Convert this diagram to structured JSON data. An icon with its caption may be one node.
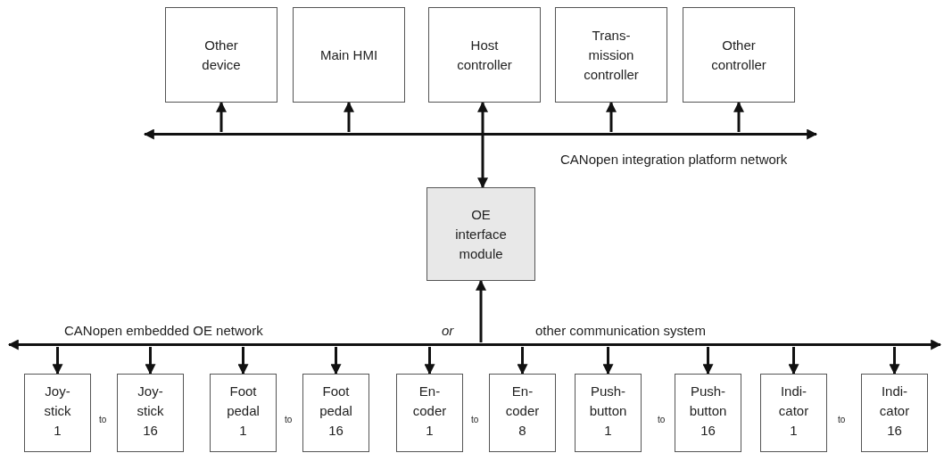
{
  "diagram": {
    "nodes": [
      {
        "text": [
          "Other device"
        ]
      },
      {
        "text": [
          "Main HMI"
        ]
      },
      {
        "text": [
          "Host controller"
        ]
      },
      {
        "text": [
          "Trans- mission controller"
        ]
      },
      {
        "text": [
          "Other controller"
        ]
      },
      {
        "text": [],
        "shape": "bar"
      },
      {
        "text": [
          "OE interface module"
        ]
      },
      {
        "text": [],
        "shape": "bar"
      },
      {
        "text": [
          "Joy- stick 1"
        ]
      },
      {
        "text": [
          "Joy- stick 16"
        ]
      },
      {
        "text": [
          "Foot pedal 1"
        ]
      },
      {
        "text": [
          "Foot pedal 16"
        ]
      },
      {
        "text": [
          "En- coder 1"
        ]
      },
      {
        "text": [
          "En- coder 8"
        ]
      },
      {
        "text": [
          "Push- button 1"
        ]
      },
      {
        "text": [
          "Push- button 16"
        ]
      },
      {
        "text": [
          "Indi- cator 1"
        ]
      },
      {
        "text": [
          "Indi- cator 16"
        ]
      }
    ],
    "edges": [
      {
        "from": 5,
        "to": 0,
        "arrow": "to"
      },
      {
        "from": 5,
        "to": 1,
        "arrow": "to"
      },
      {
        "from": 2,
        "to": 6,
        "arrow": "both"
      },
      {
        "from": 5,
        "to": 3,
        "arrow": "to"
      },
      {
        "from": 5,
        "to": 4,
        "arrow": "to"
      },
      {
        "from": 7,
        "to": 6,
        "arrow": "to"
      },
      {
        "from": 7,
        "to": 8,
        "arrow": "to"
      },
      {
        "from": 7,
        "to": 9,
        "arrow": "to"
      },
      {
        "from": 7,
        "to": 10,
        "arrow": "to"
      },
      {
        "from": 7,
        "to": 11,
        "arrow": "to"
      },
      {
        "from": 7,
        "to": 12,
        "arrow": "to"
      },
      {
        "from": 7,
        "to": 13,
        "arrow": "to"
      },
      {
        "from": 7,
        "to": 14,
        "arrow": "to"
      },
      {
        "from": 7,
        "to": 15,
        "arrow": "to"
      },
      {
        "from": 7,
        "to": 16,
        "arrow": "to"
      },
      {
        "from": 7,
        "to": 17,
        "arrow": "to"
      }
    ],
    "labels": [
      "CANopen integration platform network",
      "CANopen embedded OE network",
      "or",
      "other communication system",
      "to",
      "to",
      "to",
      "to",
      "to"
    ]
  }
}
